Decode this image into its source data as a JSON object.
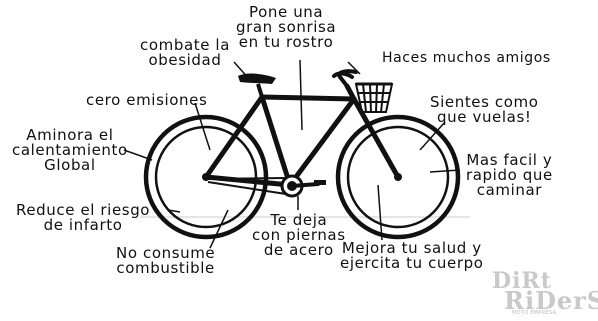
{
  "labels": {
    "sonrisa": [
      "Pone una",
      "gran sonrisa",
      "en tu rostro"
    ],
    "obesidad": [
      "combate la",
      "obesidad"
    ],
    "amigos": [
      "Haces muchos amigos"
    ],
    "emisiones": [
      "cero emisiones"
    ],
    "vuelas": [
      "Sientes como",
      "que vuelas!"
    ],
    "calentamiento": [
      "Aminora el",
      "calentamiento",
      "Global"
    ],
    "rapido": [
      "Mas facil y",
      "rapido que",
      "caminar"
    ],
    "infarto": [
      "Reduce el riesgo",
      "de infarto"
    ],
    "piernas": [
      "Te deja",
      "con piernas",
      "de acero"
    ],
    "combustible": [
      "No consume",
      "combustible"
    ],
    "salud": [
      "Mejora tu salud y",
      "ejercita tu cuerpo"
    ]
  },
  "logo": {
    "line1": "DiRt",
    "line2": "RiDerS",
    "tagline": "MOTO EMPRESA"
  }
}
